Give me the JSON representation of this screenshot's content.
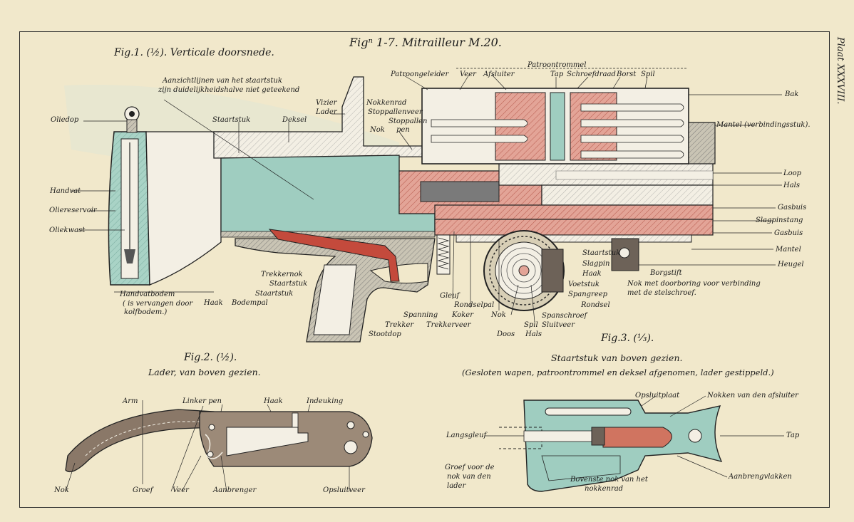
{
  "title": "Figⁿ 1-7. Mitrailleur M.20.",
  "plate_number": "Plaat XXXVIII.",
  "fig1": {
    "caption": "Fig.1. (½). Verticale doorsnede.",
    "note_line1": "Aanzichtlijnen van het staartstuk",
    "note_line2": "zijn duidelijkheidshalve niet geteekend",
    "handvatbodem_line1": "Handvatbodem",
    "handvatbodem_line2": "( is vervangen door",
    "handvatbodem_line3": "kolfbodem.)",
    "labels": {
      "oliedop": "Oliedop",
      "handvat": "Handvat",
      "oliereservoir": "Oliereservoir",
      "oliekwast": "Oliekwast",
      "staartstuk_top": "Staartstuk",
      "deksel": "Deksel",
      "vizier": "Vizier",
      "lader": "Lader",
      "nokkenrad": "Nokkenrad",
      "stoppallenveer": "Stoppallenveer",
      "stoppallen": "Stoppallen",
      "pen": "pen",
      "nok_top": "Nok",
      "patroontrommel": "Patroontrommel",
      "patroongeleider": "Patroongeleider",
      "veer": "Veer",
      "afsluiter": "Afsluiter",
      "tap": "Tap",
      "schroefdraad": "Schroefdraad",
      "borst": "Borst",
      "spil_top": "Spil",
      "bak": "Bak",
      "mantel_verbinding": "Mantel (verbindingsstuk).",
      "loop": "Loop",
      "hals_right": "Hals",
      "gasbuis1": "Gasbuis",
      "slagpinstang": "Slagpinstang",
      "gasbuis2": "Gasbuis",
      "mantel": "Mantel",
      "heugel": "Heugel",
      "borgstift": "Borgstift",
      "nok_verbinding1": "Nok met doorboring voor verbinding",
      "nok_verbinding2": "met de stelschroef.",
      "staartstuk_r": "Staartstuk",
      "slagpin": "Slagpin",
      "haak_r": "Haak",
      "voetstuk": "Voetstuk",
      "spangreep": "Spangreep",
      "rondsel": "Rondsel",
      "spanschroef": "Spanschroef",
      "sluitveer": "Sluitveer",
      "trekkernok": "Trekkernok",
      "staartstuk_mid": "Staartstuk",
      "staartstuk_low": "Staartstuk",
      "haak_low": "Haak",
      "bodempal": "Bodempal",
      "gleuf": "Gleuf",
      "rondselpal": "Rondselpal",
      "spanning": "Spanning",
      "koker": "Koker",
      "trekker": "Trekker",
      "trekkerveer": "Trekkerveer",
      "stootdop": "Stootdop",
      "nok_low": "Nok",
      "doos": "Doos",
      "spil_low": "Spil",
      "hals_low": "Hals"
    }
  },
  "fig2": {
    "caption1": "Fig.2. (½).",
    "caption2": "Lader, van boven gezien.",
    "labels": {
      "arm": "Arm",
      "linker_pen": "Linker pen",
      "haak": "Haak",
      "indeuking": "Indeuking",
      "nok": "Nok",
      "groef": "Groef",
      "veer": "Veer",
      "aanbrenger": "Aanbrenger",
      "opsluitveer": "Opsluitveer"
    }
  },
  "fig3": {
    "caption1": "Fig.3. (⅓).",
    "caption2": "Staartstuk van boven gezien.",
    "caption3": "(Gesloten wapen, patroontrommel en deksel afgenomen, lader gestippeld.)",
    "labels": {
      "opsluitplaat": "Opsluitplaat",
      "nokken_afsluiter": "Nokken van den afsluiter",
      "langsgleuf": "Langsgleuf",
      "tap": "Tap",
      "groef1": "Groef voor de",
      "groef2": "nok van den",
      "groef3": "lader",
      "bovenste1": "Bovenste nok van het",
      "bovenste2": "nokkenrad",
      "aanbrengvlakken": "Aanbrengvlakken"
    }
  },
  "colors": {
    "paper": "#f1e8cb",
    "teal": "#9fcdc0",
    "red": "#e3a497",
    "steel": "#a9a9a9",
    "ink": "#1b1b1b"
  }
}
